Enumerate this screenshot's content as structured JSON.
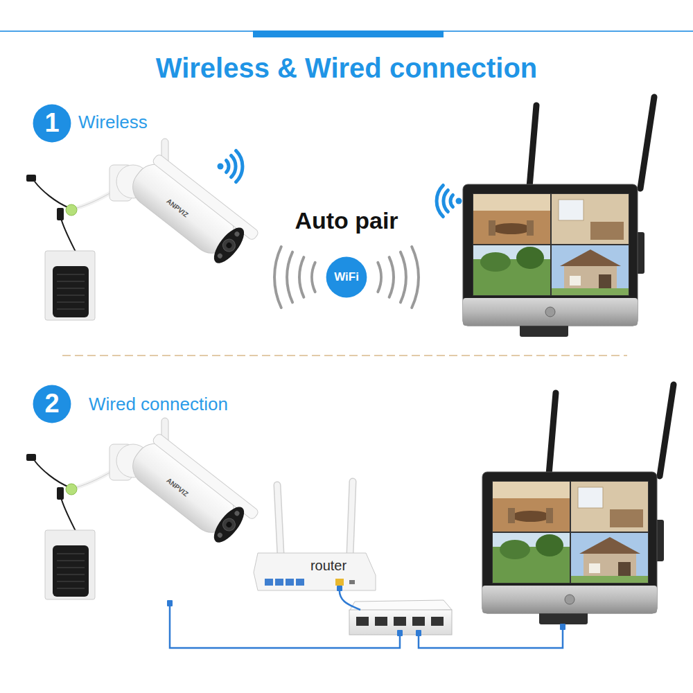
{
  "diagram": {
    "title": "Wireless & Wired connection",
    "nodes": [
      {
        "text": [
          "1"
        ]
      },
      {
        "text": [
          "WiFi"
        ]
      },
      {
        "text": [
          "2"
        ]
      },
      {
        "text": [
          "router"
        ]
      }
    ],
    "labels": [
      "Wireless",
      "Auto pair",
      "Wired connection",
      "ANPVIZ",
      "ANPVIZ"
    ]
  }
}
